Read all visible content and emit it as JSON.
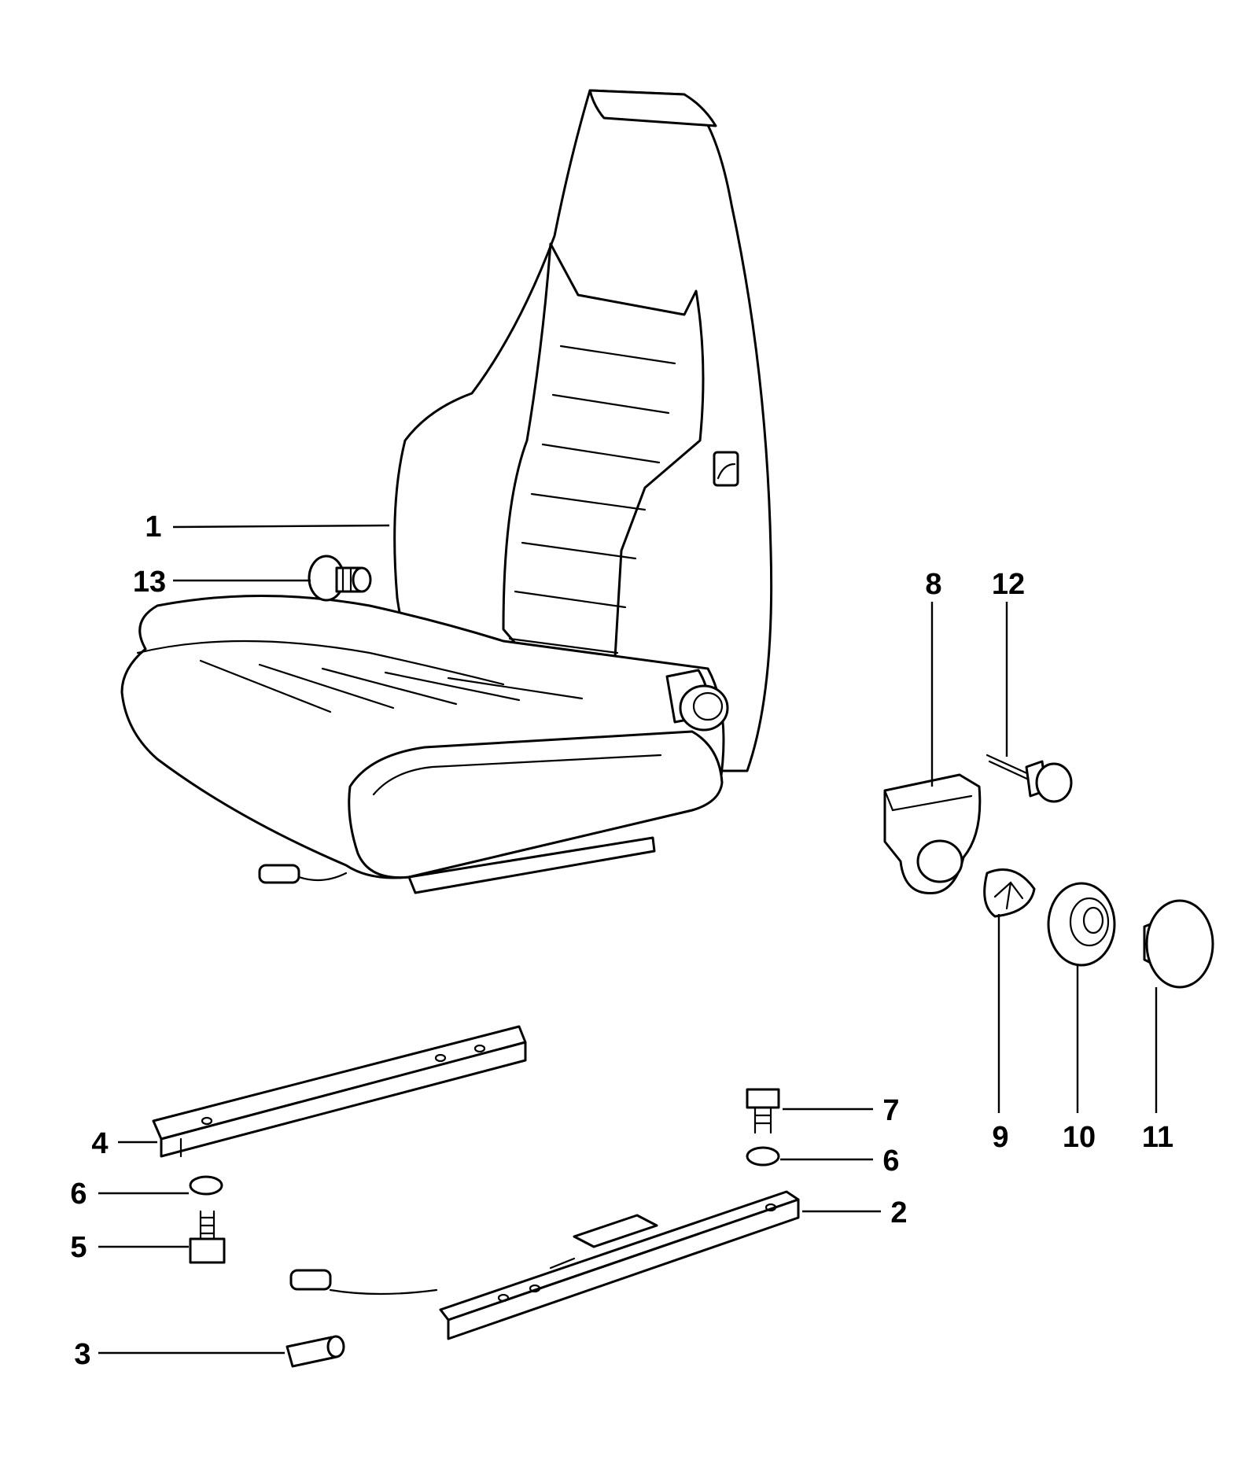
{
  "callouts": {
    "c1": "1",
    "c2": "2",
    "c3": "3",
    "c4": "4",
    "c5": "5",
    "c6a": "6",
    "c6b": "6",
    "c7": "7",
    "c8": "8",
    "c9": "9",
    "c10": "10",
    "c11": "11",
    "c12": "12",
    "c13": "13"
  },
  "colors": {
    "line": "#000000",
    "background": "#ffffff"
  }
}
